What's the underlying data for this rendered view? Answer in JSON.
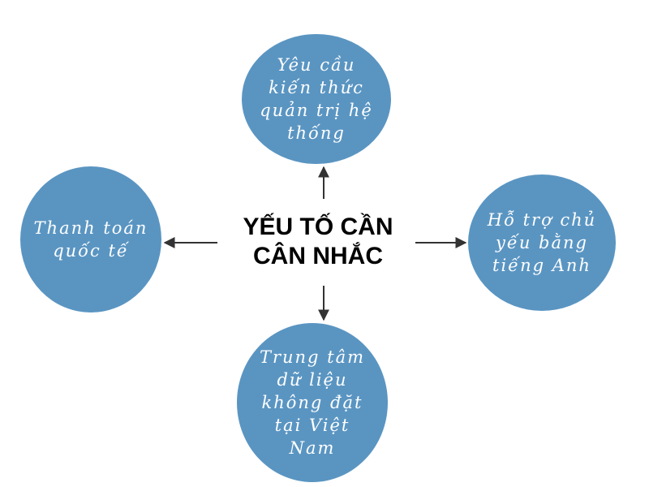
{
  "colors": {
    "node_fill": "#5a95c2",
    "node_text": "#ffffff",
    "connector": "#333333",
    "center_text": "#000000",
    "background": "#ffffff"
  },
  "center": {
    "title": "YẾU TỐ CẦN\nCÂN NHẮC"
  },
  "nodes": {
    "top": "Yêu cầu\nkiến thức\nquản trị hệ\nthống",
    "left": "Thanh toán\nquốc tế",
    "right": "Hỗ trợ chủ\nyếu bằng\ntiếng Anh",
    "bottom": "Trung tâm\ndữ liệu\nkhông đặt\ntại Việt\nNam"
  }
}
